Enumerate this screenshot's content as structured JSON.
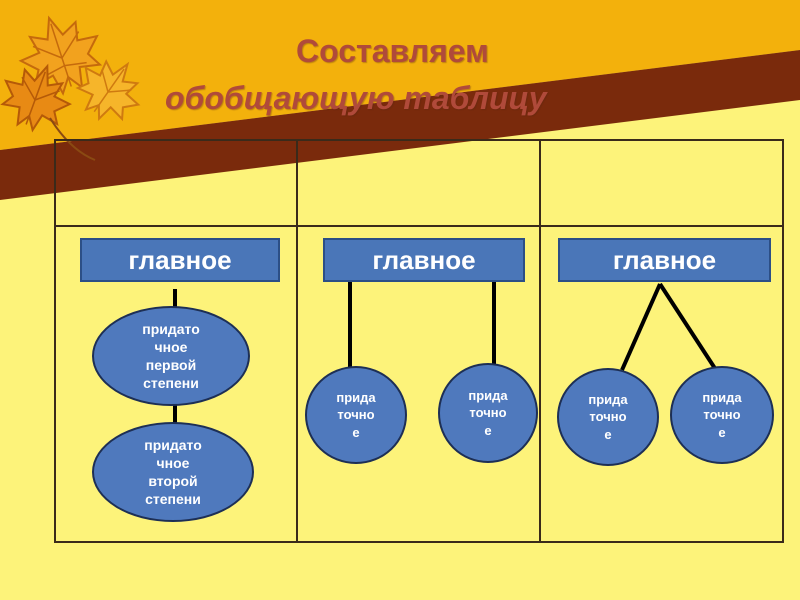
{
  "slide": {
    "title": {
      "line1": "Составляем",
      "line2": "обобщающую таблицу"
    },
    "colors": {
      "background": "#fdf37a",
      "orange_band": "#f3b10c",
      "brown_band": "#7a2a0c",
      "title_text": "#b04a3a",
      "box_fill": "#4a76b8",
      "oval_fill": "#4f79bd"
    },
    "decoration": {
      "icon": "autumn-maple-leaves-icon"
    },
    "table": {
      "columns": [
        {
          "main_clause": "главное",
          "diagram_type": "chain",
          "subordinate_clauses": [
            "придато\nчное\nпервой\nстепени",
            "придато\nчное\nвторой\nстепени"
          ]
        },
        {
          "main_clause": "главное",
          "diagram_type": "parallel",
          "subordinate_clauses": [
            "прида\nточно\nе",
            "прида\nточно\nе"
          ]
        },
        {
          "main_clause": "главное",
          "diagram_type": "branching",
          "subordinate_clauses": [
            "прида\nточно\nе",
            "прида\nточно\nе"
          ]
        }
      ]
    }
  }
}
